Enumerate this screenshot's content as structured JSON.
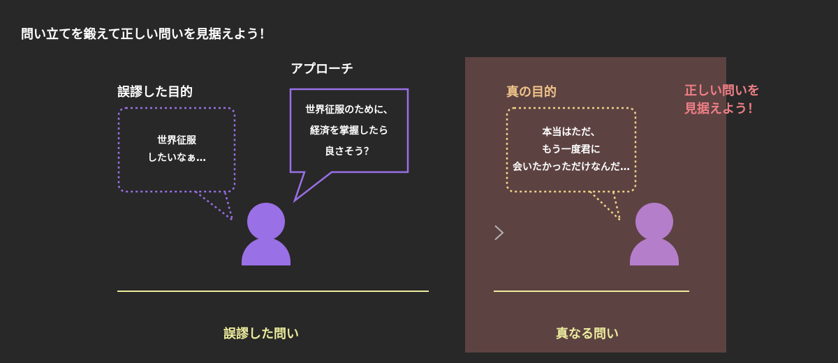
{
  "page_title": "問い立てを鍛えて正しい問いを見据えよう！",
  "left": {
    "purpose_label": "誤謬した目的",
    "thought_lines": [
      "世界征服",
      "したいなぁ…"
    ],
    "approach_label": "アプローチ",
    "approach_lines": [
      "世界征服のために、",
      "経済を掌握したら",
      "良さそう？"
    ],
    "question_label": "誤謬した問い"
  },
  "right": {
    "purpose_label": "真の目的",
    "callout_lines": [
      "正しい問いを",
      "見据えよう！"
    ],
    "thought_lines": [
      "本当はただ、",
      "もう一度君に",
      "会いたかっただけなんだ…"
    ],
    "question_label": "真なる問い"
  },
  "colors": {
    "background": "#282828",
    "highlight_panel": "#5d4242",
    "person_left": "#9a70e6",
    "person_right": "#b57ecb",
    "thought_left": "#9a70e6",
    "speech": "#9a70e6",
    "thought_right": "#efd488",
    "baseline": "#ecec9d",
    "arrow_start": "#6ec4c8",
    "arrow_end": "#b4b4b4",
    "accent_red": "#ef7f85",
    "accent_gold": "#efc48a"
  }
}
